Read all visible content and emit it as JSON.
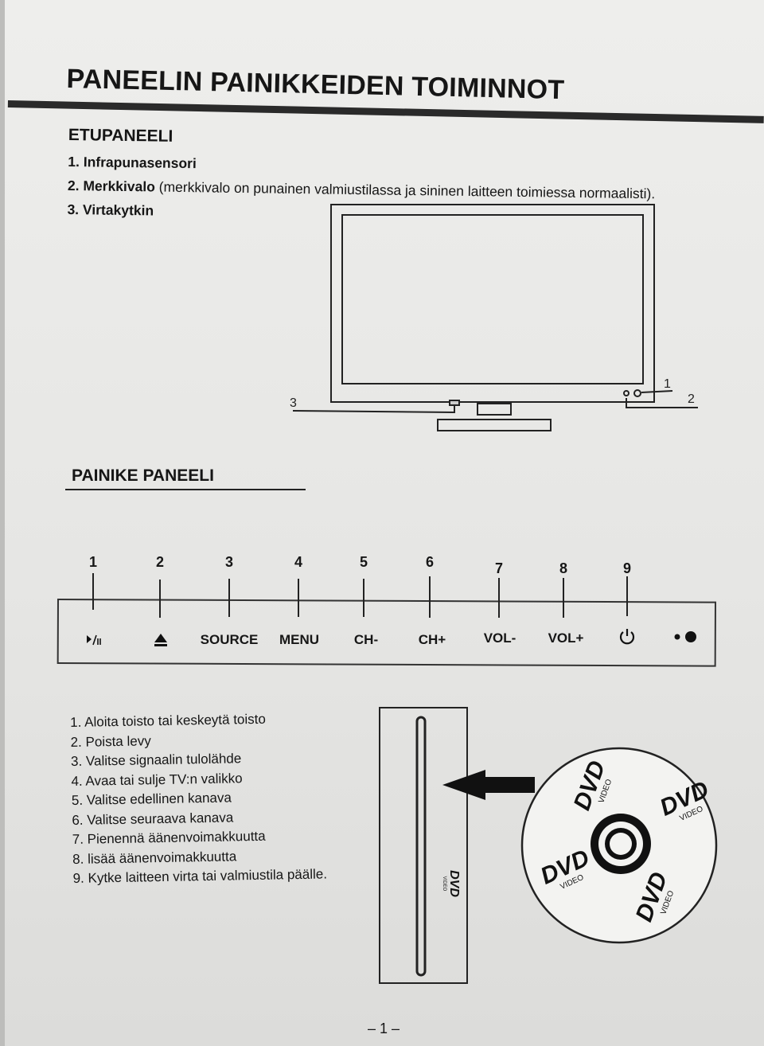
{
  "document": {
    "title": "PANEELIN PAINIKKEIDEN TOIMINNOT",
    "front_panel": {
      "heading": "ETUPANEELI",
      "items": [
        {
          "label": "1. Infrapunasensori",
          "note": ""
        },
        {
          "label": "2. Merkkivalo",
          "note": " (merkkivalo on punainen valmiustilassa ja sininen laitteen toimiessa normaalisti)."
        },
        {
          "label": "3. Virtakytkin",
          "note": ""
        }
      ],
      "diagram_callouts": [
        "1",
        "2",
        "3"
      ]
    },
    "button_panel": {
      "heading": "PAINIKE PANEELI",
      "buttons": [
        {
          "number": "1",
          "label": "▶/II",
          "icon": "play-pause-icon"
        },
        {
          "number": "2",
          "label": "▲",
          "icon": "eject-icon"
        },
        {
          "number": "3",
          "label": "SOURCE",
          "icon": ""
        },
        {
          "number": "4",
          "label": "MENU",
          "icon": ""
        },
        {
          "number": "5",
          "label": "CH-",
          "icon": ""
        },
        {
          "number": "6",
          "label": "CH+",
          "icon": ""
        },
        {
          "number": "7",
          "label": "VOL-",
          "icon": ""
        },
        {
          "number": "8",
          "label": "VOL+",
          "icon": ""
        },
        {
          "number": "9",
          "label": "⏻",
          "icon": "power-icon"
        }
      ],
      "indicator_icon": "led-indicator-icon"
    },
    "descriptions": [
      "1. Aloita toisto tai keskeytä toisto",
      "2. Poista levy",
      "3. Valitse signaalin tulolähde",
      "4. Avaa tai sulje TV:n valikko",
      "5. Valitse edellinen kanava",
      "6. Valitse seuraava kanava",
      "7. Pienennä äänenvoimakkuutta",
      "8. lisää äänenvoimakkuutta",
      "9. Kytke laitteen virta tai valmiustila päälle."
    ],
    "disc_illustration": {
      "logo_text": "DVD",
      "logo_subtext": "VIDEO"
    },
    "page_number": "– 1 –"
  }
}
